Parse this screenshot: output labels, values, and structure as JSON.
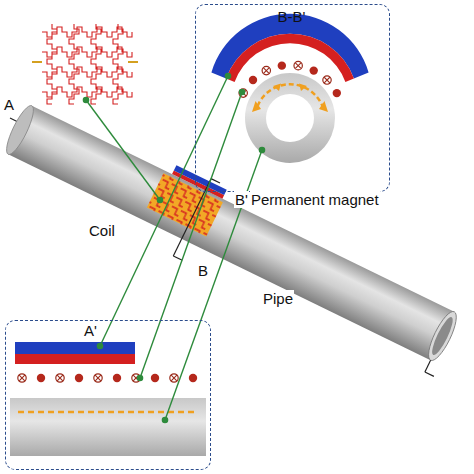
{
  "diagram": {
    "nodes": [
      {
        "text": [
          "B-B'"
        ]
      },
      {
        "text": [
          "A'"
        ]
      }
    ],
    "labels": [
      "A",
      "Coil",
      "B'",
      "Permanent magnet",
      "B",
      "Pipe"
    ]
  }
}
